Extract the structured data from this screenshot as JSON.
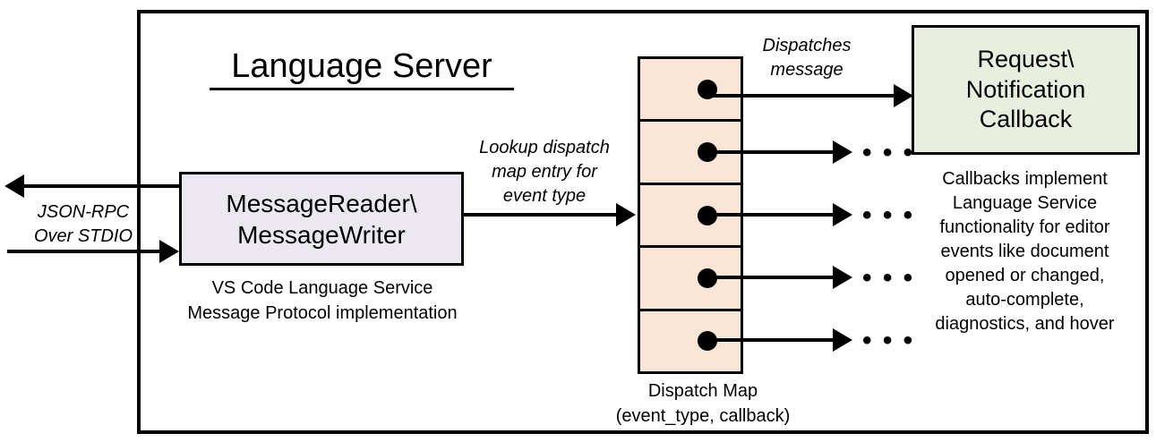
{
  "diagram": {
    "title": "Language Server",
    "container_label": "Language Server"
  },
  "external_io": {
    "label": "JSON-RPC\nOver STDIO",
    "line1": "JSON-RPC",
    "line2": "Over STDIO",
    "outbound_arrow": "arrow-left",
    "inbound_arrow": "arrow-right"
  },
  "reader_node": {
    "line1": "MessageReader\\",
    "line2": "MessageWriter",
    "caption_line1": "VS Code Language Service",
    "caption_line2": "Message Protocol implementation",
    "fill": "#EBE8F0"
  },
  "lookup_edge": {
    "line1": "Lookup dispatch",
    "line2": "map entry for",
    "line3": "event type"
  },
  "dispatch_map": {
    "caption_line1": "Dispatch Map",
    "caption_line2": "(event_type, callback)",
    "fill": "#FBE5D6",
    "rows": [
      {
        "index": 1,
        "marker": "dot"
      },
      {
        "index": 2,
        "marker": "dot"
      },
      {
        "index": 3,
        "marker": "dot"
      },
      {
        "index": 4,
        "marker": "dot"
      },
      {
        "index": 5,
        "marker": "dot"
      }
    ]
  },
  "dispatch_edge": {
    "line1": "Dispatches",
    "line2": "message"
  },
  "callback_node": {
    "line1": "Request\\",
    "line2": "Notification",
    "line3": "Callback",
    "fill": "#E8EFDF",
    "caption": "Callbacks implement Language Service functionality for editor events like document opened or changed, auto-complete, diagnostics, and hover",
    "caption_lines": [
      "Callbacks implement",
      "Language Service",
      "functionality for editor",
      "events like document",
      "opened or changed,",
      "auto-complete,",
      "diagnostics, and hover"
    ]
  },
  "ellipses": {
    "glyph": "• • •",
    "count": 4
  },
  "colors": {
    "stroke": "#000000",
    "background": "#FFFFFF",
    "reader_fill": "#EBE8F0",
    "map_fill": "#FBE5D6",
    "callback_fill": "#E8EFDF"
  }
}
